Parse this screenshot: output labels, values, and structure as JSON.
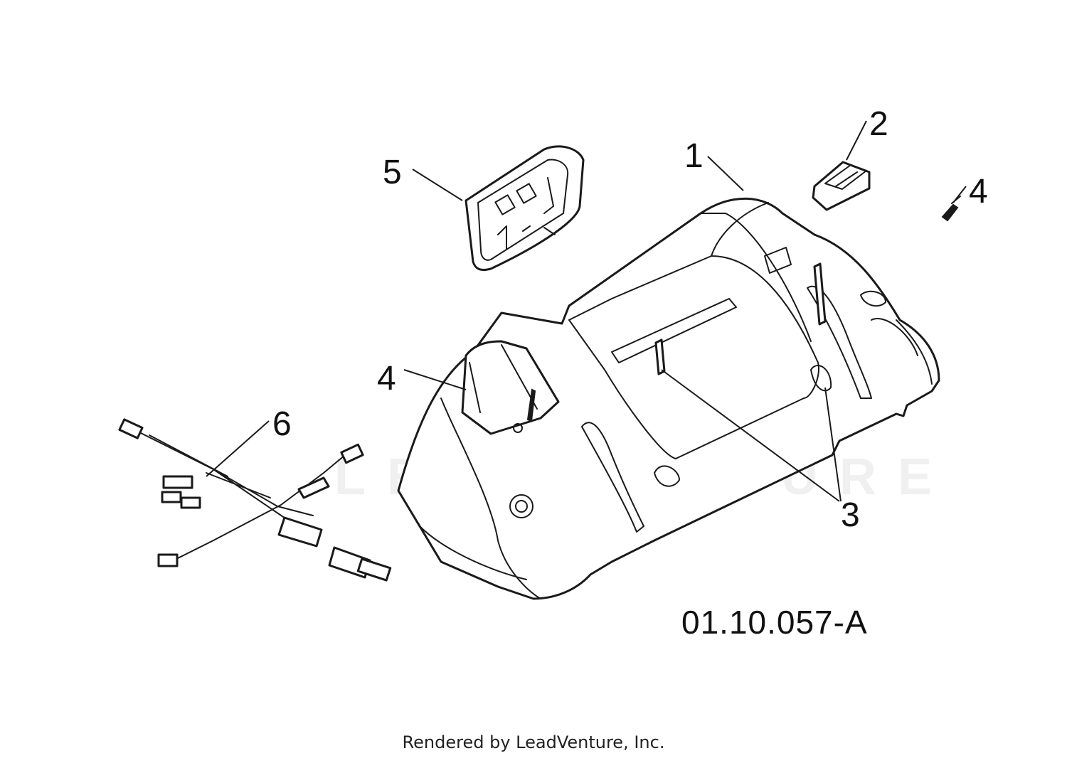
{
  "callouts": [
    {
      "id": "callout-1",
      "label": "1"
    },
    {
      "id": "callout-2",
      "label": "2"
    },
    {
      "id": "callout-3",
      "label": "3"
    },
    {
      "id": "callout-4-right",
      "label": "4"
    },
    {
      "id": "callout-4-left",
      "label": "4"
    },
    {
      "id": "callout-5",
      "label": "5"
    },
    {
      "id": "callout-6",
      "label": "6"
    }
  ],
  "diagram_id": "01.10.057-A",
  "credit": "Rendered by LeadVenture, Inc.",
  "watermark": "LEADVENTURE",
  "colors": {
    "line": "#1a1a1a",
    "background": "#ffffff"
  }
}
